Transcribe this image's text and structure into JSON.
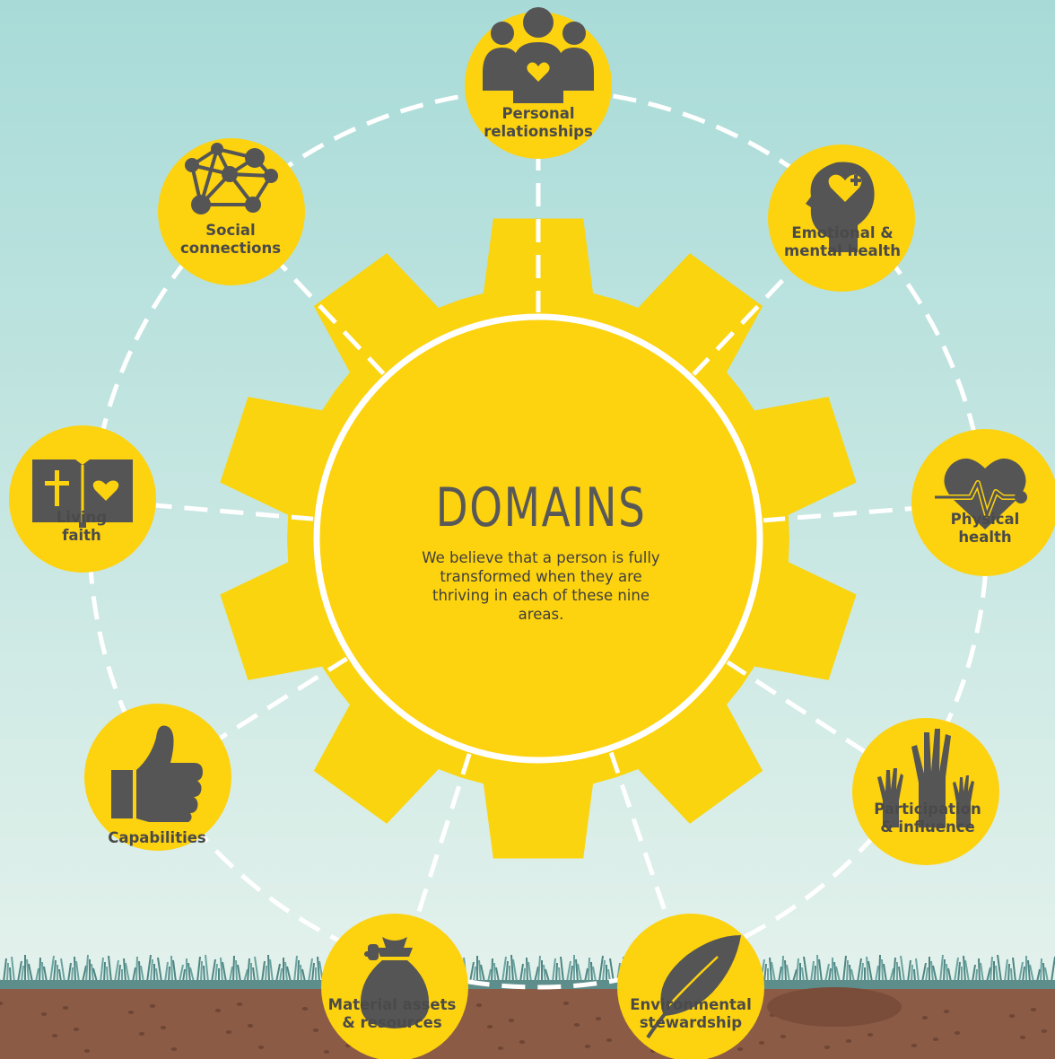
{
  "title": "DOMAINS",
  "description": "We believe that a person is fully transformed when they are thriving in each of these nine areas.",
  "colors": {
    "sky_top": "#a9dcd9",
    "sky_bottom": "#e6f2ec",
    "gear": "#f9d40f",
    "circle": "#fdd20f",
    "icon": "#555555",
    "soil": "#8b5b45",
    "grass": "#5a8f8c"
  },
  "domains": [
    {
      "label": "Personal\nrelationships",
      "icon": "people-heart-icon"
    },
    {
      "label": "Emotional &\nmental health",
      "icon": "head-heart-icon"
    },
    {
      "label": "Physical\nhealth",
      "icon": "heartbeat-icon"
    },
    {
      "label": "Participation\n& influence",
      "icon": "raised-hands-icon"
    },
    {
      "label": "Environmental\nstewardship",
      "icon": "leaf-icon"
    },
    {
      "label": "Material assets\n& resources",
      "icon": "money-bag-icon"
    },
    {
      "label": "Capabilities",
      "icon": "thumbs-up-icon"
    },
    {
      "label": "Living\nfaith",
      "icon": "bible-icon"
    },
    {
      "label": "Social\nconnections",
      "icon": "network-icon"
    }
  ]
}
